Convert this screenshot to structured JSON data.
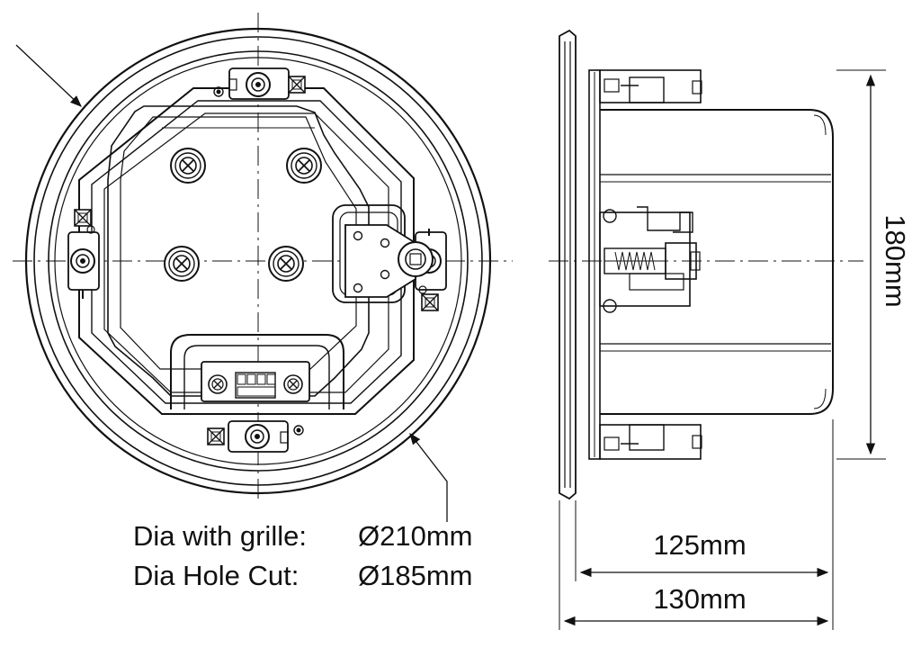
{
  "specs": {
    "grille_label": "Dia with grille:",
    "grille_value": "Ø210mm",
    "hole_label": "Dia Hole Cut:",
    "hole_value": "Ø185mm"
  },
  "dimensions": {
    "height": "180mm",
    "depth_body": "125mm",
    "depth_total": "130mm"
  },
  "terminal_labels": [
    "+",
    "-",
    "+",
    "-"
  ],
  "colors": {
    "line": "#111111",
    "background": "#ffffff"
  }
}
